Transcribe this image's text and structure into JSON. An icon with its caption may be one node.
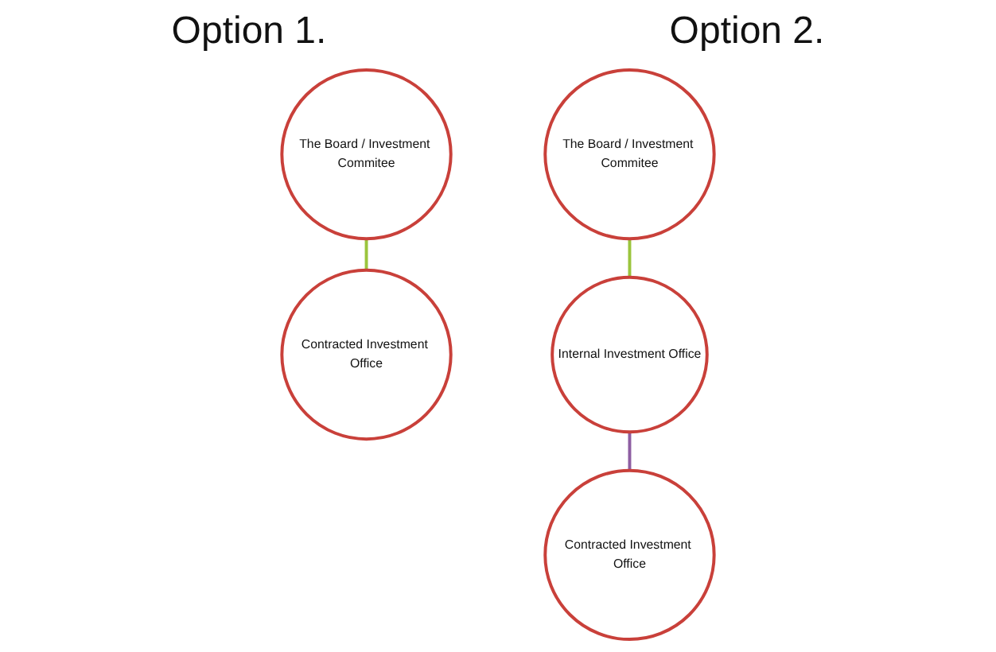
{
  "diagram": {
    "nodes": [
      {
        "text": [
          "The Board / Investment Commitee"
        ]
      },
      {
        "text": [
          "Contracted Investment Office"
        ]
      },
      {
        "text": [
          "The Board / Investment Commitee"
        ]
      },
      {
        "text": [
          "Internal Investment Office"
        ]
      },
      {
        "text": [
          "Contracted Investment Office"
        ]
      }
    ],
    "edges": [
      {
        "from": 0,
        "to": 1,
        "arrow": "none"
      },
      {
        "from": 2,
        "to": 3,
        "arrow": "none"
      },
      {
        "from": 3,
        "to": 4,
        "arrow": "none",
        "color": "#8e5ea2"
      }
    ],
    "labels": [
      "Option 1.",
      "Option 2."
    ]
  }
}
